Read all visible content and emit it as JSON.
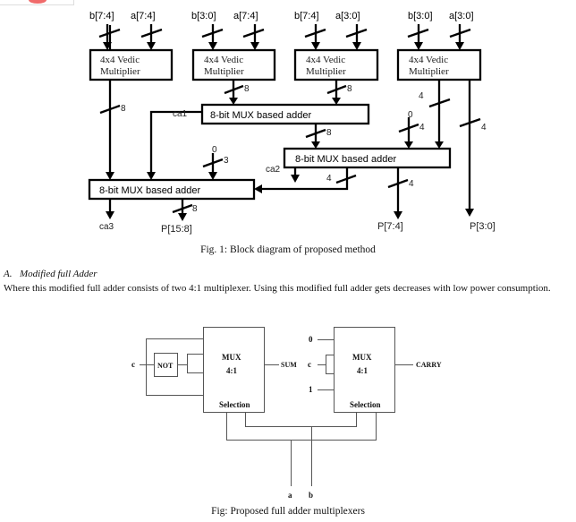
{
  "page_header": {
    "logo_icon": "logo-fragment"
  },
  "figure1": {
    "inputs": [
      {
        "b": "b[7:4]",
        "a": "a[7:4]"
      },
      {
        "b": "b[3:0]",
        "a": "a[7:4]"
      },
      {
        "b": "b[7:4]",
        "a": "a[3:0]"
      },
      {
        "b": "b[3:0]",
        "a": "a[3:0]"
      }
    ],
    "multiplier_label_line1": "4x4 Vedic",
    "multiplier_label_line2": "Multiplier",
    "adder_label": "8-bit MUX based adder",
    "bus_widths": {
      "w8": "8",
      "w4": "4",
      "w3": "3",
      "zero": "0"
    },
    "carry_labels": {
      "ca1": "ca1",
      "ca2": "ca2",
      "ca3": "ca3"
    },
    "outputs": {
      "p15_8": "P[15:8]",
      "p7_4": "P[7:4]",
      "p3_0": "P[3:0]"
    },
    "caption": "Fig. 1: Block diagram of proposed method"
  },
  "section": {
    "number": "A.",
    "title": "Modified full Adder",
    "paragraph": "Where this modified full adder consists of two 4:1 multiplexer. Using this modified full adder gets decreases with low power consumption."
  },
  "figure2": {
    "mux_label": "MUX",
    "mux_ratio": "4:1",
    "selection_label": "Selection",
    "not_label": "NOT",
    "input_c": "c",
    "sum_label": "SUM",
    "carry_label": "CARRY",
    "const0": "0",
    "const1": "1",
    "input_a": "a",
    "input_b": "b",
    "caption": "Fig: Proposed full adder multiplexers"
  }
}
